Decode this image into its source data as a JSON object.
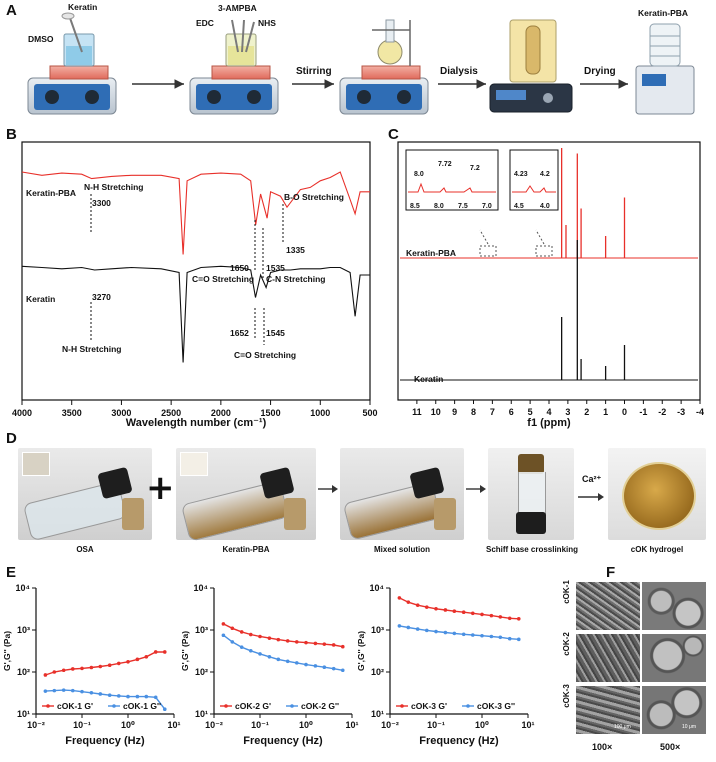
{
  "panels": {
    "a": "A",
    "b": "B",
    "c": "C",
    "d": "D",
    "e": "E",
    "f": "F"
  },
  "panel_a": {
    "labels": {
      "dmso": "DMSO",
      "keratin": "Keratin",
      "ampba": "3-AMPBA",
      "edc": "EDC",
      "nhs": "NHS",
      "product": "Keratin-PBA"
    },
    "steps": [
      "Stirring",
      "Dialysis",
      "Drying"
    ]
  },
  "panel_b": {
    "annotations": {
      "nh_top": "N-H Stretching",
      "v3300": "3300",
      "bo": "B-O  Stretching",
      "v1335": "1335",
      "v1650": "1650",
      "v1535": "1535",
      "co_top": "C=O Stretching",
      "cn": "C-N Stretching",
      "v3270": "3270",
      "nh_bottom": "N-H Stretching",
      "v1652": "1652",
      "v1545": "1545",
      "co_bottom": "C=O Stretching"
    },
    "chart_data": {
      "type": "line",
      "xlabel": "Wavelength number (cm⁻¹)",
      "xlim": [
        4000,
        500
      ],
      "xticks": [
        4000,
        3500,
        3000,
        2500,
        2000,
        1500,
        1000,
        500
      ],
      "series": [
        {
          "name": "Keratin-PBA",
          "color": "#e8302a",
          "x": [
            4000,
            3800,
            3600,
            3400,
            3300,
            3100,
            2900,
            2600,
            2420,
            2380,
            2340,
            2200,
            2000,
            1800,
            1700,
            1650,
            1600,
            1535,
            1500,
            1400,
            1335,
            1200,
            1100,
            1000,
            900,
            800,
            700,
            650,
            600,
            500
          ],
          "y": [
            0.8,
            0.77,
            0.79,
            0.78,
            0.74,
            0.76,
            0.77,
            0.77,
            0.74,
            0.05,
            0.72,
            0.78,
            0.79,
            0.78,
            0.72,
            0.32,
            0.6,
            0.38,
            0.62,
            0.58,
            0.48,
            0.64,
            0.66,
            0.72,
            0.75,
            0.8,
            0.55,
            0.42,
            0.62,
            0.62
          ]
        },
        {
          "name": "Keratin",
          "color": "#111111",
          "x": [
            4000,
            3800,
            3600,
            3400,
            3270,
            3100,
            2900,
            2600,
            2420,
            2380,
            2340,
            2200,
            2000,
            1800,
            1700,
            1652,
            1600,
            1545,
            1500,
            1400,
            1300,
            1200,
            1000,
            900,
            800,
            700,
            650,
            600,
            500
          ],
          "y": [
            0.95,
            0.94,
            0.93,
            0.94,
            0.92,
            0.93,
            0.94,
            0.93,
            0.9,
            0.18,
            0.9,
            0.94,
            0.95,
            0.94,
            0.92,
            0.7,
            0.88,
            0.78,
            0.9,
            0.92,
            0.92,
            0.93,
            0.93,
            0.94,
            0.94,
            0.9,
            0.55,
            0.88,
            0.88
          ]
        }
      ]
    },
    "series_labels": {
      "kpba": "Keratin-PBA",
      "keratin": "Keratin"
    }
  },
  "panel_c": {
    "series_labels": {
      "kpba": "Keratin-PBA",
      "keratin": "Keratin"
    },
    "inset1": {
      "peaks": [
        "8.0",
        "7.72",
        "7.2"
      ],
      "ticks": [
        "8.5",
        "8.0",
        "7.5",
        "7.0"
      ]
    },
    "inset2": {
      "peaks": [
        "4.23",
        "4.2"
      ],
      "ticks": [
        "4.5",
        "4.0"
      ]
    },
    "chart_data": {
      "type": "line",
      "xlabel": "f1 (ppm)",
      "xlim": [
        12,
        -4
      ],
      "xticks": [
        11,
        10,
        9,
        8,
        7,
        6,
        5,
        4,
        3,
        2,
        1,
        0,
        -1,
        -2,
        -3,
        -4
      ],
      "series": [
        {
          "name": "Keratin-PBA",
          "color": "#e8302a",
          "peaks_ppm": [
            3.33,
            3.1,
            2.5,
            2.3,
            1.0,
            0.0
          ],
          "peak_heights": [
            1.0,
            0.3,
            0.95,
            0.45,
            0.2,
            0.55
          ]
        },
        {
          "name": "Keratin",
          "color": "#111111",
          "peaks_ppm": [
            3.33,
            2.5,
            2.3,
            1.0,
            0.0
          ],
          "peak_heights": [
            0.45,
            1.0,
            0.15,
            0.1,
            0.25
          ]
        }
      ]
    }
  },
  "panel_d": {
    "captions": [
      "OSA",
      "Keratin-PBA",
      "Mixed solution",
      "Schiff base crosslinking",
      "cOK hydrogel"
    ],
    "plus": "+",
    "ion": "Ca²⁺"
  },
  "panel_e": {
    "ylabel": "G',G'' (Pa)",
    "xlabel": "Frequency (Hz)",
    "chart_data": [
      {
        "type": "line",
        "xscale": "log",
        "yscale": "log",
        "xlim": [
          0.01,
          10
        ],
        "ylim": [
          10,
          10000
        ],
        "xlabel": "Frequency (Hz)",
        "ylabel": "G',G'' (Pa)",
        "series": [
          {
            "name": "cOK-1 G'",
            "color": "#e8302a",
            "x": [
              0.016,
              0.025,
              0.04,
              0.063,
              0.1,
              0.16,
              0.25,
              0.4,
              0.63,
              1.0,
              1.6,
              2.5,
              4.0,
              6.3
            ],
            "y": [
              85,
              100,
              110,
              118,
              122,
              128,
              135,
              145,
              160,
              175,
              200,
              230,
              300,
              300
            ]
          },
          {
            "name": "cOK-1 G''",
            "color": "#4a90e2",
            "x": [
              0.016,
              0.025,
              0.04,
              0.063,
              0.1,
              0.16,
              0.25,
              0.4,
              0.63,
              1.0,
              1.6,
              2.5,
              4.0,
              6.3
            ],
            "y": [
              35,
              36,
              37,
              36,
              34,
              32,
              30,
              28,
              27,
              26,
              26,
              26,
              25,
              13
            ]
          }
        ]
      },
      {
        "type": "line",
        "xscale": "log",
        "yscale": "log",
        "xlim": [
          0.01,
          10
        ],
        "ylim": [
          10,
          10000
        ],
        "xlabel": "Frequency (Hz)",
        "ylabel": "G',G'' (Pa)",
        "series": [
          {
            "name": "cOK-2 G'",
            "color": "#e8302a",
            "x": [
              0.016,
              0.025,
              0.04,
              0.063,
              0.1,
              0.16,
              0.25,
              0.4,
              0.63,
              1.0,
              1.6,
              2.5,
              4.0,
              6.3
            ],
            "y": [
              1400,
              1100,
              900,
              780,
              700,
              640,
              590,
              550,
              520,
              500,
              480,
              460,
              440,
              400
            ]
          },
          {
            "name": "cOK-2 G''",
            "color": "#4a90e2",
            "x": [
              0.016,
              0.025,
              0.04,
              0.063,
              0.1,
              0.16,
              0.25,
              0.4,
              0.63,
              1.0,
              1.6,
              2.5,
              4.0,
              6.3
            ],
            "y": [
              750,
              520,
              390,
              320,
              270,
              230,
              200,
              180,
              165,
              150,
              140,
              130,
              120,
              110
            ]
          }
        ]
      },
      {
        "type": "line",
        "xscale": "log",
        "yscale": "log",
        "xlim": [
          0.01,
          10
        ],
        "ylim": [
          10,
          10000
        ],
        "xlabel": "Frequency (Hz)",
        "ylabel": "G',G'' (Pa)",
        "series": [
          {
            "name": "cOK-3 G'",
            "color": "#e8302a",
            "x": [
              0.016,
              0.025,
              0.04,
              0.063,
              0.1,
              0.16,
              0.25,
              0.4,
              0.63,
              1.0,
              1.6,
              2.5,
              4.0,
              6.3
            ],
            "y": [
              5800,
              4600,
              3900,
              3500,
              3200,
              3000,
              2800,
              2650,
              2500,
              2350,
              2200,
              2050,
              1900,
              1850
            ]
          },
          {
            "name": "cOK-3 G''",
            "color": "#4a90e2",
            "x": [
              0.016,
              0.025,
              0.04,
              0.063,
              0.1,
              0.16,
              0.25,
              0.4,
              0.63,
              1.0,
              1.6,
              2.5,
              4.0,
              6.3
            ],
            "y": [
              1250,
              1150,
              1050,
              980,
              920,
              870,
              830,
              790,
              760,
              730,
              700,
              670,
              620,
              600
            ]
          }
        ]
      }
    ]
  },
  "panel_f": {
    "rows": [
      "cOK-1",
      "cOK-2",
      "cOK-3"
    ],
    "cols": [
      "100×",
      "500×"
    ],
    "scalebars": [
      "100 μm",
      "10 μm"
    ]
  },
  "colors": {
    "red": "#e8302a",
    "blue": "#4a90e2",
    "black": "#111111"
  }
}
